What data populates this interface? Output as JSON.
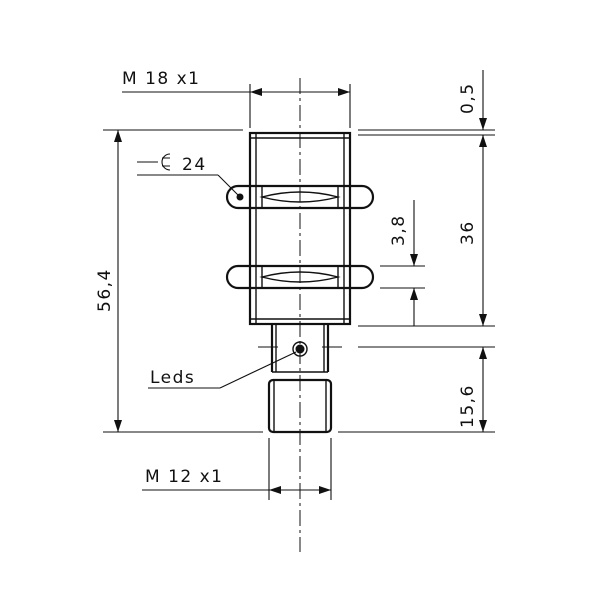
{
  "labels": {
    "thread_main": "M 18 x1",
    "thread_connector": "M 12 x1",
    "wrench": "24",
    "leds": "Leds",
    "dim_gap": "0,5",
    "dim_thread_length": "36",
    "dim_total_length": "56,4",
    "dim_nut": "3,8",
    "dim_connector": "15,6"
  },
  "icons": {
    "wrench": "wrench-size-icon"
  },
  "colors": {
    "line": "#111111",
    "background": "#ffffff"
  }
}
